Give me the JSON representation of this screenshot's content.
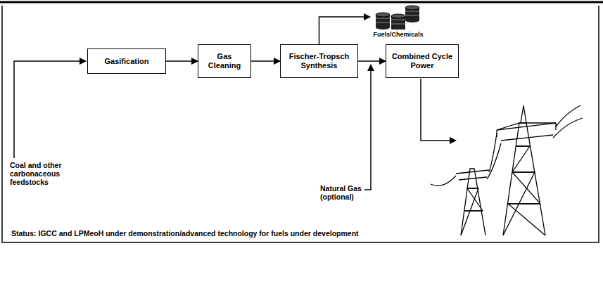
{
  "diagram": {
    "nodes": [
      {
        "text": [
          "Gasification"
        ]
      },
      {
        "text": [
          "Gas Cleaning"
        ]
      },
      {
        "text": [
          "Fischer-Tropsch Synthesis"
        ]
      },
      {
        "text": [
          "Fuels/Chemicals"
        ]
      },
      {
        "text": [
          "Combined Cycle Power"
        ]
      }
    ],
    "edges": [
      {
        "from": 0,
        "to": 1,
        "arrow": "to"
      },
      {
        "from": 1,
        "to": 2,
        "arrow": "to"
      },
      {
        "from": 2,
        "to": 4,
        "arrow": "to"
      },
      {
        "from": 2,
        "to": 3,
        "arrow": "to"
      }
    ],
    "labels": [
      "Coal and other carbonaceous feedstocks",
      "Natural Gas (optional)",
      "Status: IGCC and LPMeoH under demonstration/advanced technology for fuels under development"
    ]
  }
}
